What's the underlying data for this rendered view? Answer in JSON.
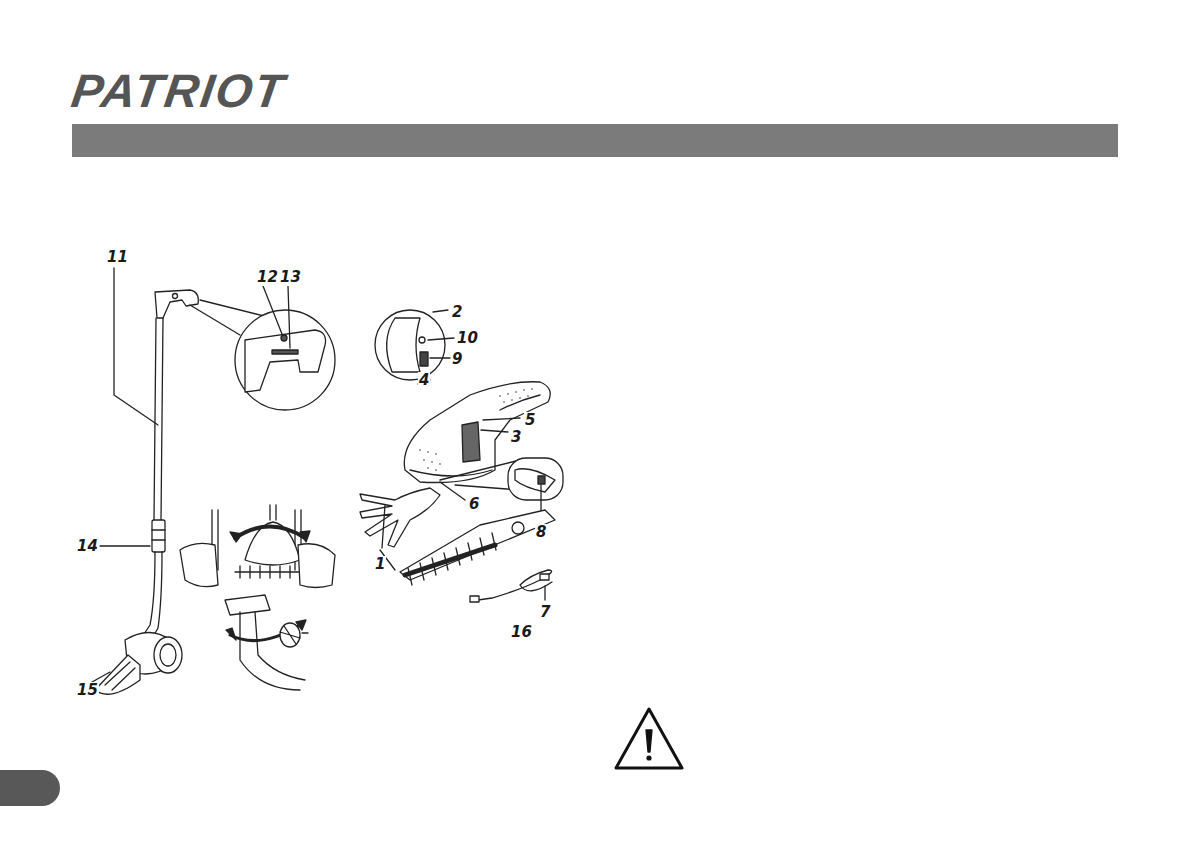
{
  "diagram": {
    "labels": [
      "PATRIOT",
      "11",
      "12",
      "13",
      "2",
      "10",
      "9",
      "4",
      "5",
      "3",
      "6",
      "8",
      "14",
      "1",
      "16",
      "7",
      "15"
    ]
  }
}
